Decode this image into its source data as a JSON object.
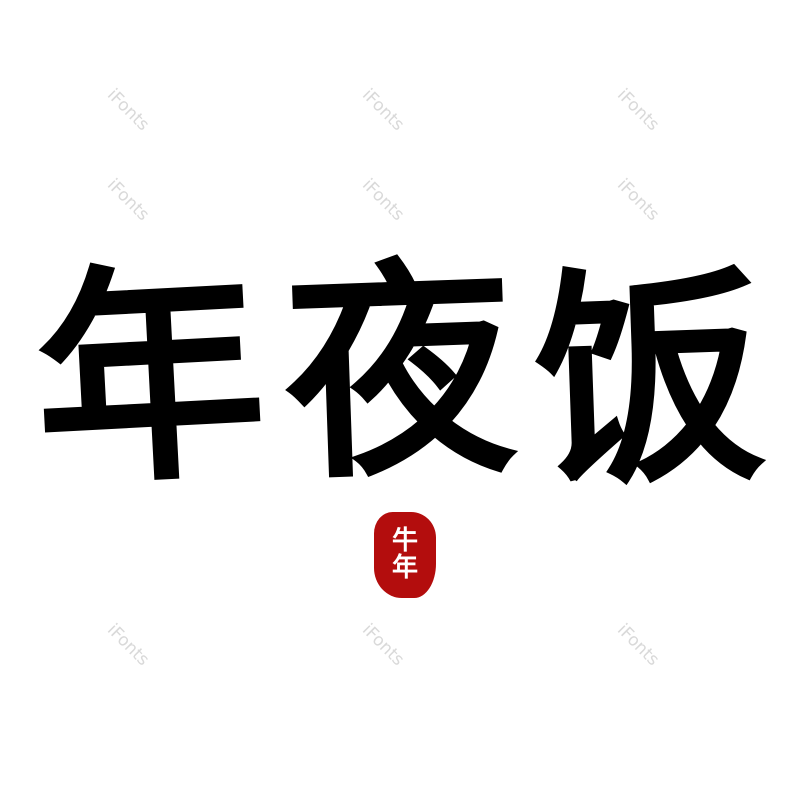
{
  "title": {
    "characters": [
      "年",
      "夜",
      "饭"
    ]
  },
  "seal": {
    "text": [
      "牛",
      "年"
    ],
    "color": "#b30d0d"
  },
  "watermark": {
    "text": "iFonts"
  }
}
